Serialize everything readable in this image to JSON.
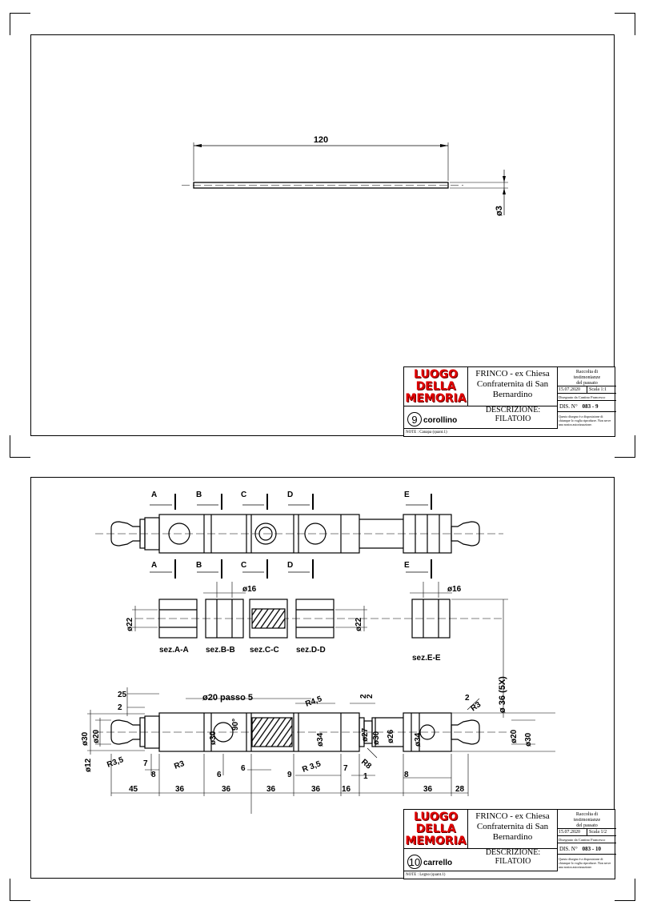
{
  "sheets": [
    {
      "title_block": {
        "logo_lines": [
          "LUOGO",
          "DELLA",
          "MEMORIA"
        ],
        "project_lines": [
          "FRINCO - ex Chiesa",
          "Confraternita di San",
          "Bernardino"
        ],
        "description": "DESCRIZIONE: FILATOIO",
        "part_number": "9",
        "part_name": "corollino",
        "nota": "NOTE : Canapa   (quant.1)",
        "collection_lines": [
          "Raccolta di",
          "testimonianze",
          "del passato"
        ],
        "date": "15.07.2020",
        "scale": "Scala  1:1",
        "drawn_by": "Disegnato da Cantino Francesco",
        "drawing_no_label": "DIS. N°",
        "drawing_no": "083 - 9",
        "notice": "Questo disegno è a disposizione di chiunque lo voglia riprodurre. Non serve una nostra autorizzazione."
      },
      "dimensions": {
        "length": "120",
        "diameter": "ø3"
      }
    },
    {
      "title_block": {
        "logo_lines": [
          "LUOGO",
          "DELLA",
          "MEMORIA"
        ],
        "project_lines": [
          "FRINCO - ex Chiesa",
          "Confraternita di San",
          "Bernardino"
        ],
        "description": "DESCRIZIONE: FILATOIO",
        "part_number": "10",
        "part_name": "carrello",
        "nota": "NOTE : Legno   (quant.1)",
        "collection_lines": [
          "Raccolta di",
          "testimonianze",
          "del passato"
        ],
        "date": "15.07.2020",
        "scale": "Scala  1/2",
        "drawn_by": "Disegnato da Cantino Francesco",
        "drawing_no_label": "DIS. N°",
        "drawing_no": "083 - 10",
        "notice": "Questo disegno è a disposizione di chiunque lo voglia riprodurre. Non serve una nostra autorizzazione."
      },
      "section_marks": [
        "A",
        "B",
        "C",
        "D",
        "E"
      ],
      "section_labels": [
        "sez.A-A",
        "sez.B-B",
        "sez.C-C",
        "sez.D-D",
        "sez.E-E"
      ],
      "section_dims": {
        "d22": "ø22",
        "d16": "ø16",
        "spacing": "ø 36 (5X)"
      },
      "main_dims": {
        "thread": "ø20  passo 5",
        "r45": "R4,5",
        "d25": "25",
        "d2a": "2",
        "d2b": "2",
        "d2c": "2",
        "d2d": "2",
        "d30l": "ø30",
        "d20l": "ø20",
        "d12": "ø12",
        "r35l": "R3,5",
        "d7a": "7",
        "d8a": "8",
        "r3a": "R3",
        "d30c": "ø30",
        "ang90": "90°",
        "d34": "ø34",
        "d27": "ø27",
        "d30m": "ø30",
        "d26": "ø26",
        "d34r": "ø34",
        "d20r": "ø20",
        "d30r": "ø30",
        "r3b": "R3",
        "r8": "R8",
        "r35m": "R 3,5",
        "d6a": "6",
        "d6b": "6",
        "d9": "9",
        "d7b": "7",
        "d1": "1",
        "d8b": "8",
        "b45": "45",
        "b36a": "36",
        "b36b": "36",
        "b36c": "36",
        "b36d": "36",
        "b16": "16",
        "b36e": "36",
        "b28": "28"
      }
    }
  ]
}
